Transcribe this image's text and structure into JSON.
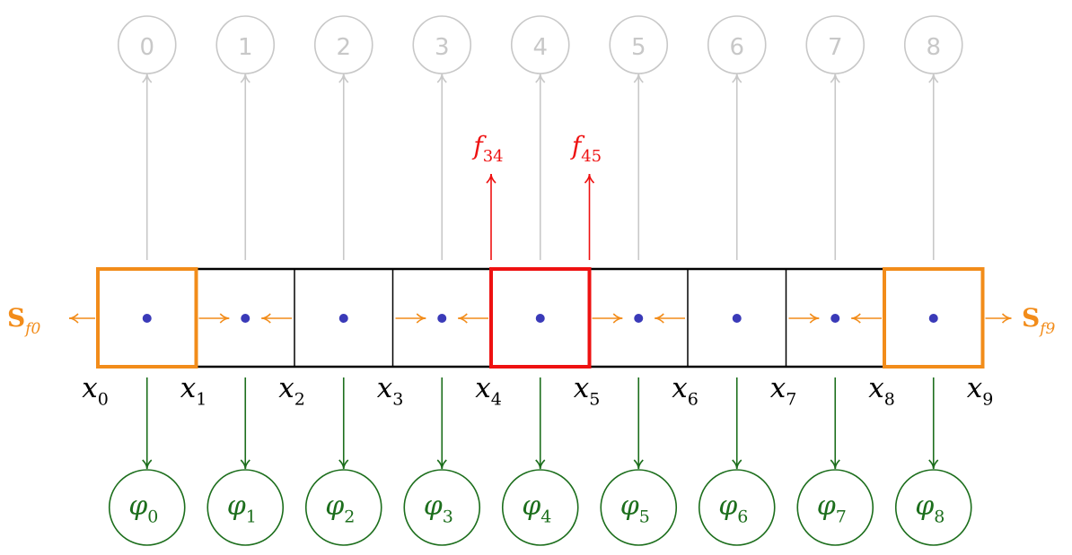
{
  "colors": {
    "index_gray": "#c8c8c8",
    "cell_black": "#000000",
    "point_blue": "#3a3ab8",
    "arrow_orange": "#f28c1a",
    "highlight_red": "#ee1111",
    "phi_green": "#1c6e1c"
  },
  "top_indices": [
    "0",
    "1",
    "2",
    "3",
    "4",
    "5",
    "6",
    "7",
    "8"
  ],
  "x_labels": [
    {
      "base": "x",
      "sub": "0"
    },
    {
      "base": "x",
      "sub": "1"
    },
    {
      "base": "x",
      "sub": "2"
    },
    {
      "base": "x",
      "sub": "3"
    },
    {
      "base": "x",
      "sub": "4"
    },
    {
      "base": "x",
      "sub": "5"
    },
    {
      "base": "x",
      "sub": "6"
    },
    {
      "base": "x",
      "sub": "7"
    },
    {
      "base": "x",
      "sub": "8"
    },
    {
      "base": "x",
      "sub": "9"
    }
  ],
  "phi_labels": [
    {
      "base": "φ",
      "sub": "0"
    },
    {
      "base": "φ",
      "sub": "1"
    },
    {
      "base": "φ",
      "sub": "2"
    },
    {
      "base": "φ",
      "sub": "3"
    },
    {
      "base": "φ",
      "sub": "4"
    },
    {
      "base": "φ",
      "sub": "5"
    },
    {
      "base": "φ",
      "sub": "6"
    },
    {
      "base": "φ",
      "sub": "7"
    },
    {
      "base": "φ",
      "sub": "8"
    }
  ],
  "flux_labels": [
    {
      "base": "f",
      "sub": "34"
    },
    {
      "base": "f",
      "sub": "45"
    }
  ],
  "boundary_labels": {
    "left": {
      "base": "S",
      "sub": "f0"
    },
    "right": {
      "base": "S",
      "sub": "f9"
    }
  },
  "highlighted_cell": 4,
  "boundary_cells": [
    0,
    8
  ]
}
